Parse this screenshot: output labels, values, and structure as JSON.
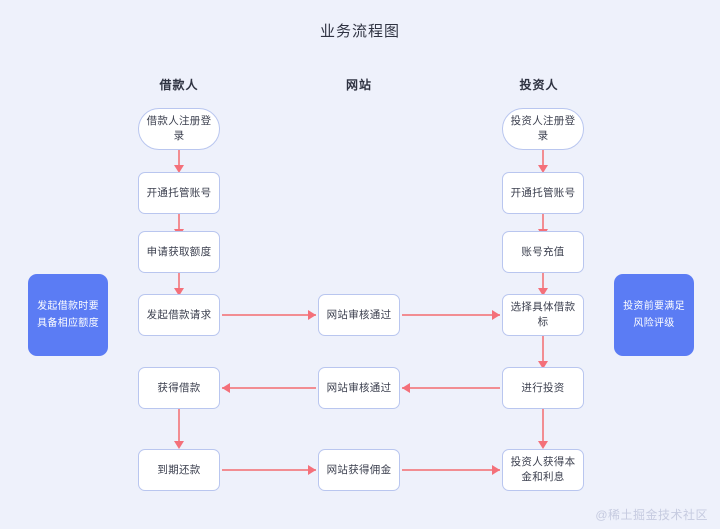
{
  "page": {
    "title": "业务流程图",
    "background_color": "#eef1fb",
    "watermark": "@稀土掘金技术社区"
  },
  "colors": {
    "node_border": "#b9c6ef",
    "node_fill": "#ffffff",
    "note_fill": "#5b7cf4",
    "arrow": "#f4707a",
    "text": "#3b3f4e"
  },
  "columns": [
    {
      "id": "borrower",
      "label": "借款人"
    },
    {
      "id": "website",
      "label": "网站"
    },
    {
      "id": "investor",
      "label": "投资人"
    }
  ],
  "nodes": {
    "b1": "借款人注册登录",
    "b2": "开通托管账号",
    "b3": "申请获取额度",
    "b4": "发起借款请求",
    "b5": "获得借款",
    "b6": "到期还款",
    "w1": "网站审核通过",
    "w2": "网站审核通过",
    "w3": "网站获得佣金",
    "i1": "投资人注册登录",
    "i2": "开通托管账号",
    "i3": "账号充值",
    "i4": "选择具体借款标",
    "i5": "进行投资",
    "i6": "投资人获得本金和利息"
  },
  "notes": {
    "left": "发起借款时要具备相应额度",
    "right": "投资前要满足风险评级"
  }
}
